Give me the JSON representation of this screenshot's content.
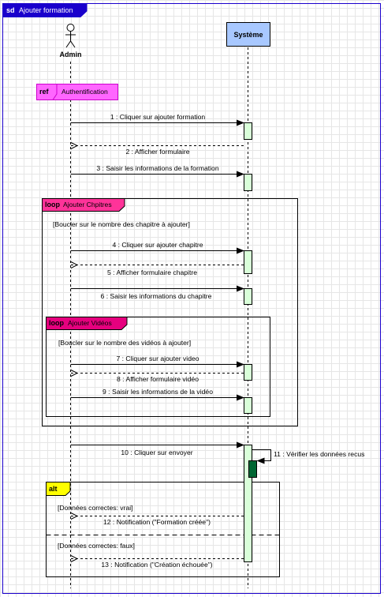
{
  "diagram": {
    "frame": {
      "keyword": "sd",
      "name": "Ajouter formation"
    },
    "actor": {
      "label": "Admin"
    },
    "system": {
      "label": "Système"
    },
    "ref": {
      "keyword": "ref",
      "label": "Authentification"
    },
    "loop_chapters": {
      "keyword": "loop",
      "name": "Ajouter Chpitres",
      "guard": "[Boucler sur le nombre des chapitre à ajouter]"
    },
    "loop_videos": {
      "keyword": "loop",
      "name": "Ajouter Vidéos",
      "guard": "[Boucler sur le nombre des vidéos à ajouter]"
    },
    "alt": {
      "keyword": "alt",
      "guard_true": "[Données correctes: vrai]",
      "guard_false": "[Données correctes: faux]"
    },
    "messages": [
      "1 : Cliquer sur ajouter formation",
      "2 : Afficher formulaire",
      "3 : Saisir les informations de la formation",
      "4 : Cliquer sur ajouter chapitre",
      "5 : Afficher formulaire chapitre",
      "6 : Saisir les informations du chapitre",
      "7 : Cliquer sur ajouter video",
      "8 : Afficher formulaire vidéo",
      "9 : Saisir les informations de la vidéo",
      "10 : Cliquer sur envoyer",
      "11 : Vérifier les données recus",
      "12 : Notification (\"Formation créée\")",
      "13 : Notification (\"Création échouée\")"
    ],
    "colors": {
      "frame_tab": "#1a00cc",
      "ref_fill": "#ff66ff",
      "ref_border": "#cc00cc",
      "loop_chapters_fill": "#ff3399",
      "loop_videos_fill": "#e6007e",
      "alt_fill": "#ffff00",
      "system_fill": "#a8c8ff",
      "activation_fill": "#d9ffd9",
      "activation_self_fill": "#006633"
    }
  }
}
